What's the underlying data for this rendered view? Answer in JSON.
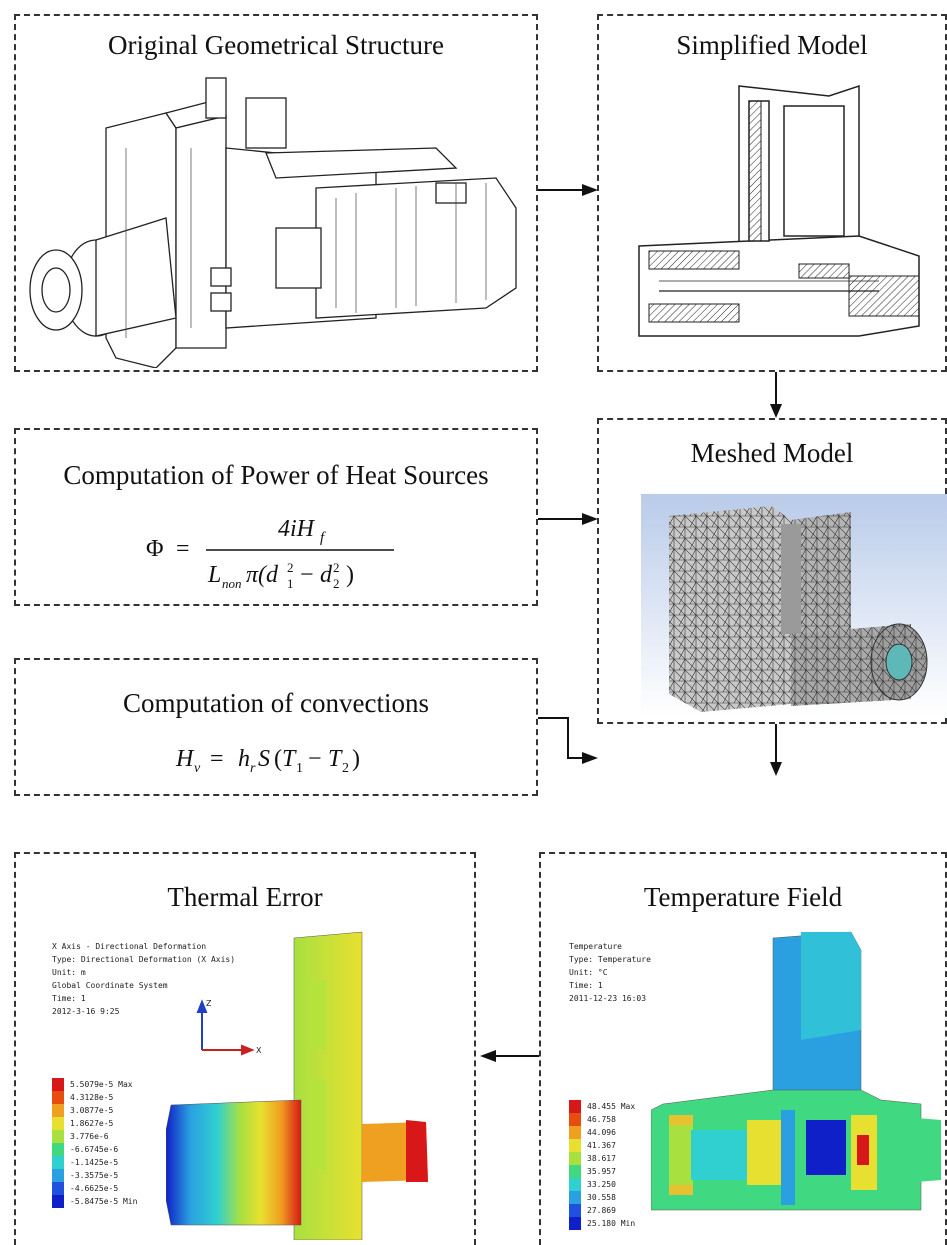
{
  "boxes": {
    "original": {
      "title": "Original Geometrical Structure"
    },
    "simplified": {
      "title": "Simplified Model"
    },
    "meshed": {
      "title": "Meshed Model"
    },
    "heat": {
      "title": "Computation of Power of Heat Sources"
    },
    "convection": {
      "title": "Computation of convections"
    },
    "thermal": {
      "title": "Thermal Error"
    },
    "temperature": {
      "title": "Temperature Field"
    }
  },
  "thermal_legend": {
    "header": [
      "X Axis - Directional Deformation",
      "Type: Directional Deformation (X Axis)",
      "Unit: m",
      "Global Coordinate System",
      "Time: 1",
      "2012-3-16 9:25"
    ],
    "values": [
      "5.5079e-5 Max",
      "4.3128e-5",
      "3.0877e-5",
      "1.8627e-5",
      "3.776e-6",
      "-6.6745e-6",
      "-1.1425e-5",
      "-3.3575e-5",
      "-4.6625e-5",
      "-5.8475e-5 Min"
    ],
    "colors": [
      "#d81818",
      "#e84d10",
      "#f0a020",
      "#e8e030",
      "#a8e040",
      "#40d880",
      "#30d0d0",
      "#2aa0e0",
      "#2050e0",
      "#1020c8"
    ]
  },
  "temp_legend": {
    "header": [
      "Temperature",
      "Type: Temperature",
      "Unit: °C",
      "Time: 1",
      "2011-12-23 16:03"
    ],
    "values": [
      "48.455 Max",
      "46.758",
      "44.096",
      "41.367",
      "38.617",
      "35.957",
      "33.250",
      "30.558",
      "27.869",
      "25.180 Min"
    ],
    "colors": [
      "#d81818",
      "#e84d10",
      "#f0a020",
      "#e8e030",
      "#a8e040",
      "#40d880",
      "#30d0d0",
      "#2aa0e0",
      "#2050e0",
      "#1020c8"
    ]
  },
  "axis_labels": {
    "z": "Z",
    "x": "X"
  }
}
